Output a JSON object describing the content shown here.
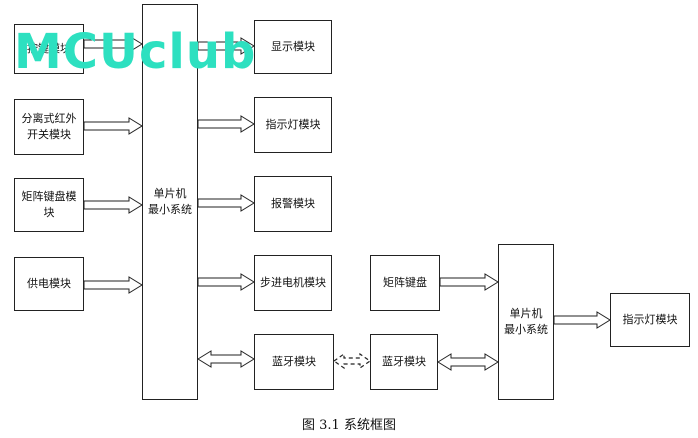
{
  "watermark": "MCUclub",
  "caption": "图 3.1  系统框图",
  "left_group": {
    "inputs": [
      {
        "label": "按键模块"
      },
      {
        "label": "分离式红外开关模块"
      },
      {
        "label": "矩阵键盘模块"
      },
      {
        "label": "供电模块"
      }
    ],
    "mcu_label_line1": "单片机",
    "mcu_label_line2": "最小系统",
    "outputs": [
      {
        "label": "显示模块"
      },
      {
        "label": "指示灯模块"
      },
      {
        "label": "报警模块"
      },
      {
        "label": "步进电机模块"
      },
      {
        "label": "蓝牙模块"
      }
    ]
  },
  "right_group": {
    "matrix_keyboard": "矩阵键盘",
    "bluetooth": "蓝牙模块",
    "mcu_label_line1": "单片机",
    "mcu_label_line2": "最小系统",
    "indicator": "指示灯模块"
  }
}
